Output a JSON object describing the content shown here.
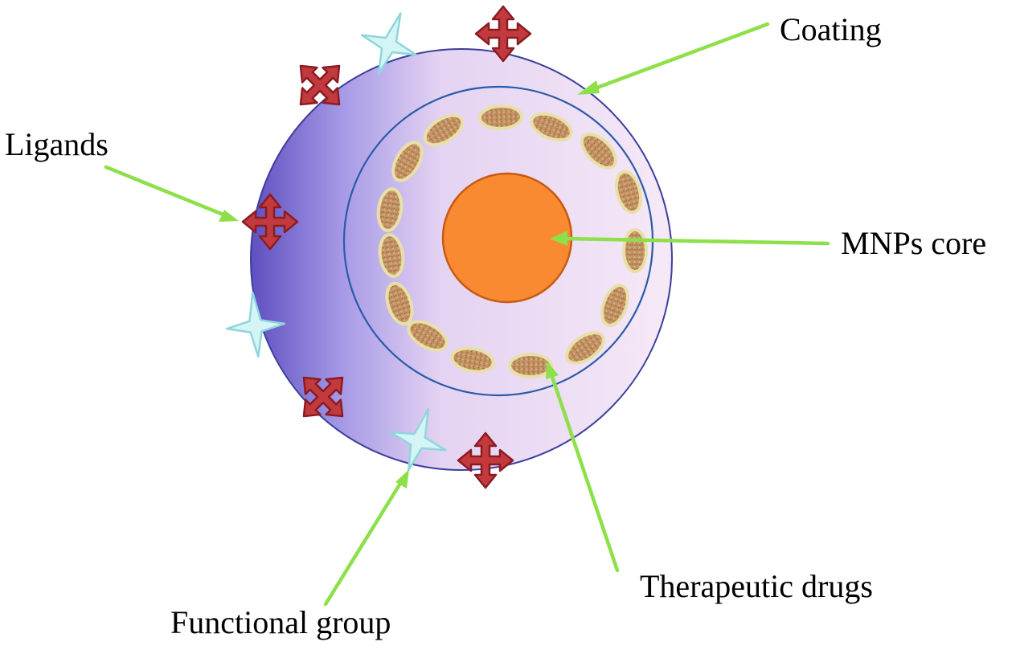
{
  "labels": {
    "coating": "Coating",
    "ligands": "Ligands",
    "core": "MNPs core",
    "drugs": "Therapeutic drugs",
    "functional": "Functional group"
  },
  "colors": {
    "arrow": "#8ee04a",
    "core_fill": "#f98a32",
    "core_stroke": "#c85a10",
    "inner_ring": "#2a5ba8",
    "outer_ring": "#3b3f9c",
    "shell_dark": "#6a5bc6",
    "shell_light": "#f3e4f5",
    "ligand_fill": "#c23a3e",
    "ligand_stroke": "#8a1c22",
    "functional_fill": "#d4f4f6",
    "functional_stroke": "#8fd6dc",
    "drug_fill": "#c49464",
    "drug_stroke": "#e8e0a8"
  },
  "icons": {
    "ligand": "four-way-arrow-icon",
    "functional_group": "four-point-star-icon",
    "drug": "ellipse-capsule-icon"
  }
}
